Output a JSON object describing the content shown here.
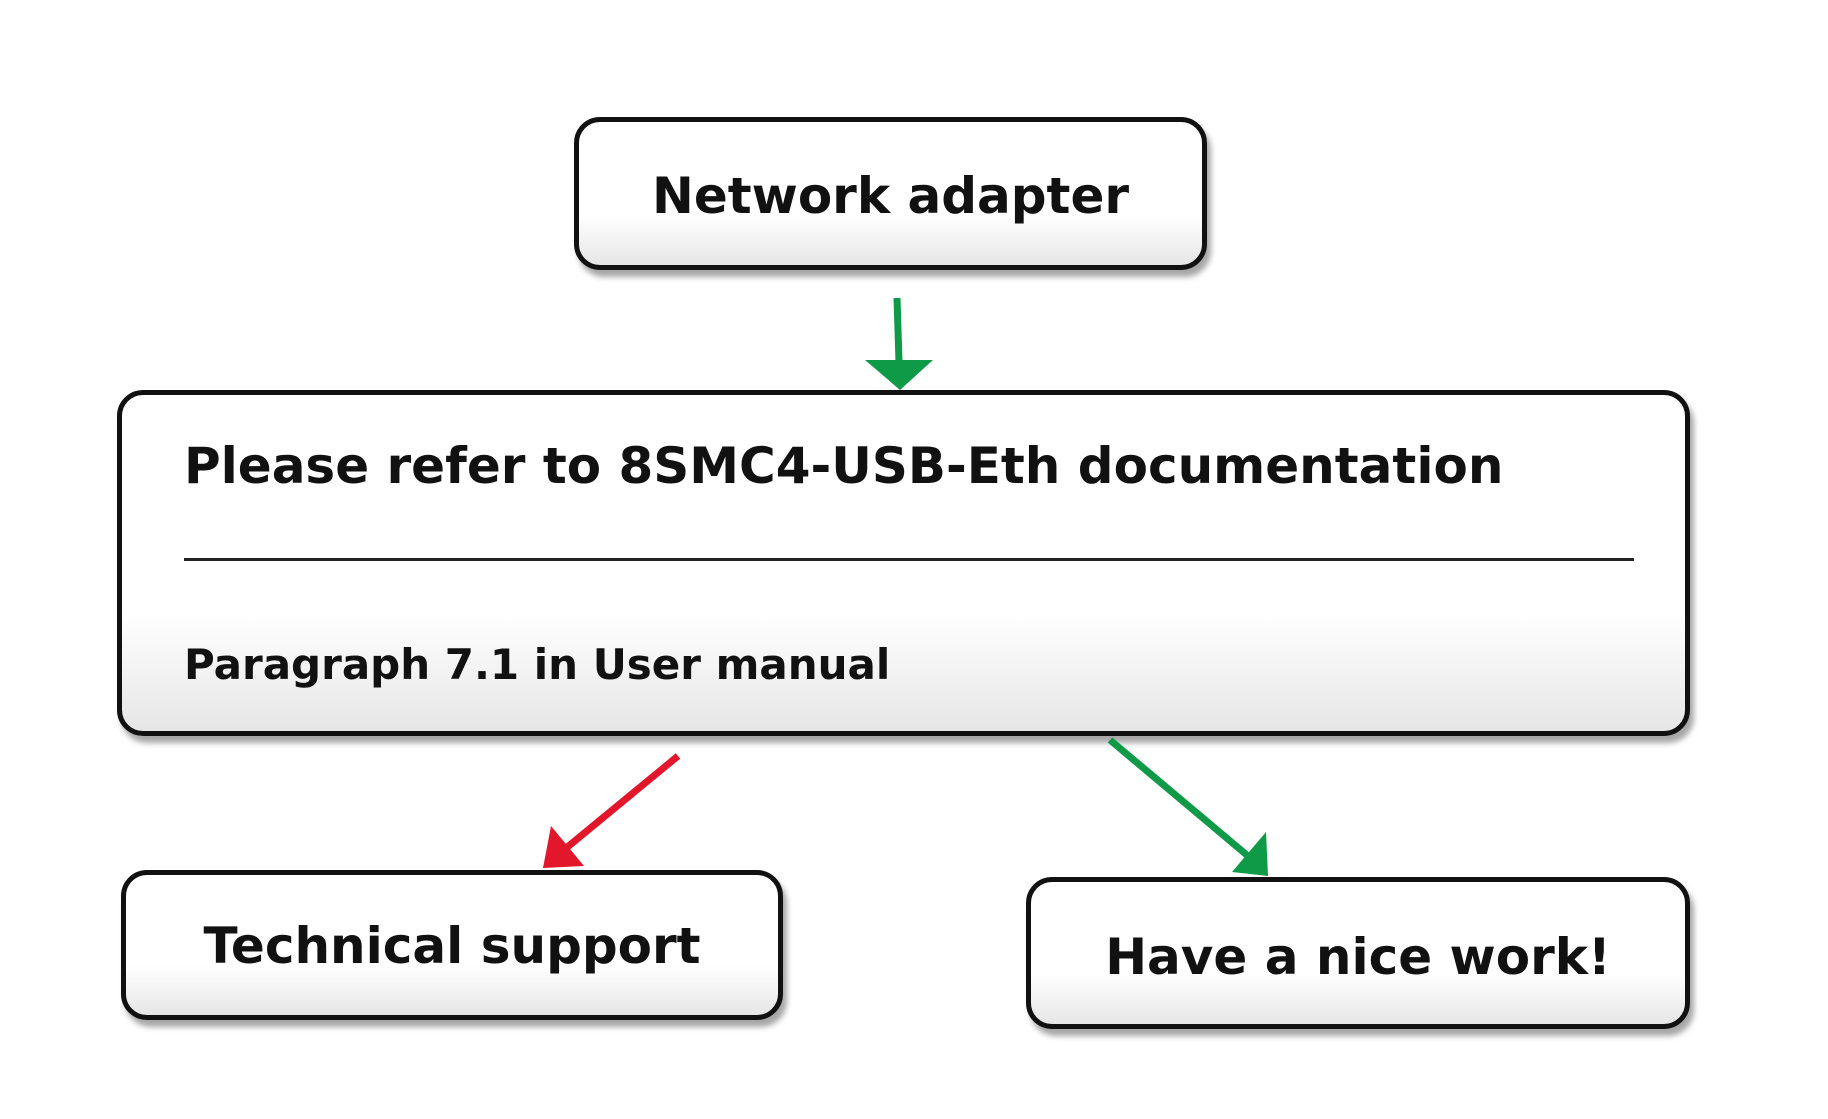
{
  "nodes": {
    "network_adapter": "Network adapter",
    "documentation_title": "Please refer to 8SMC4-USB-Eth documentation",
    "documentation_paragraph": "Paragraph 7.1 in User manual",
    "technical_support": "Technical support",
    "nice_work": "Have a nice work!"
  },
  "colors": {
    "green_arrow": "#0f9a48",
    "red_arrow": "#e3172c"
  }
}
